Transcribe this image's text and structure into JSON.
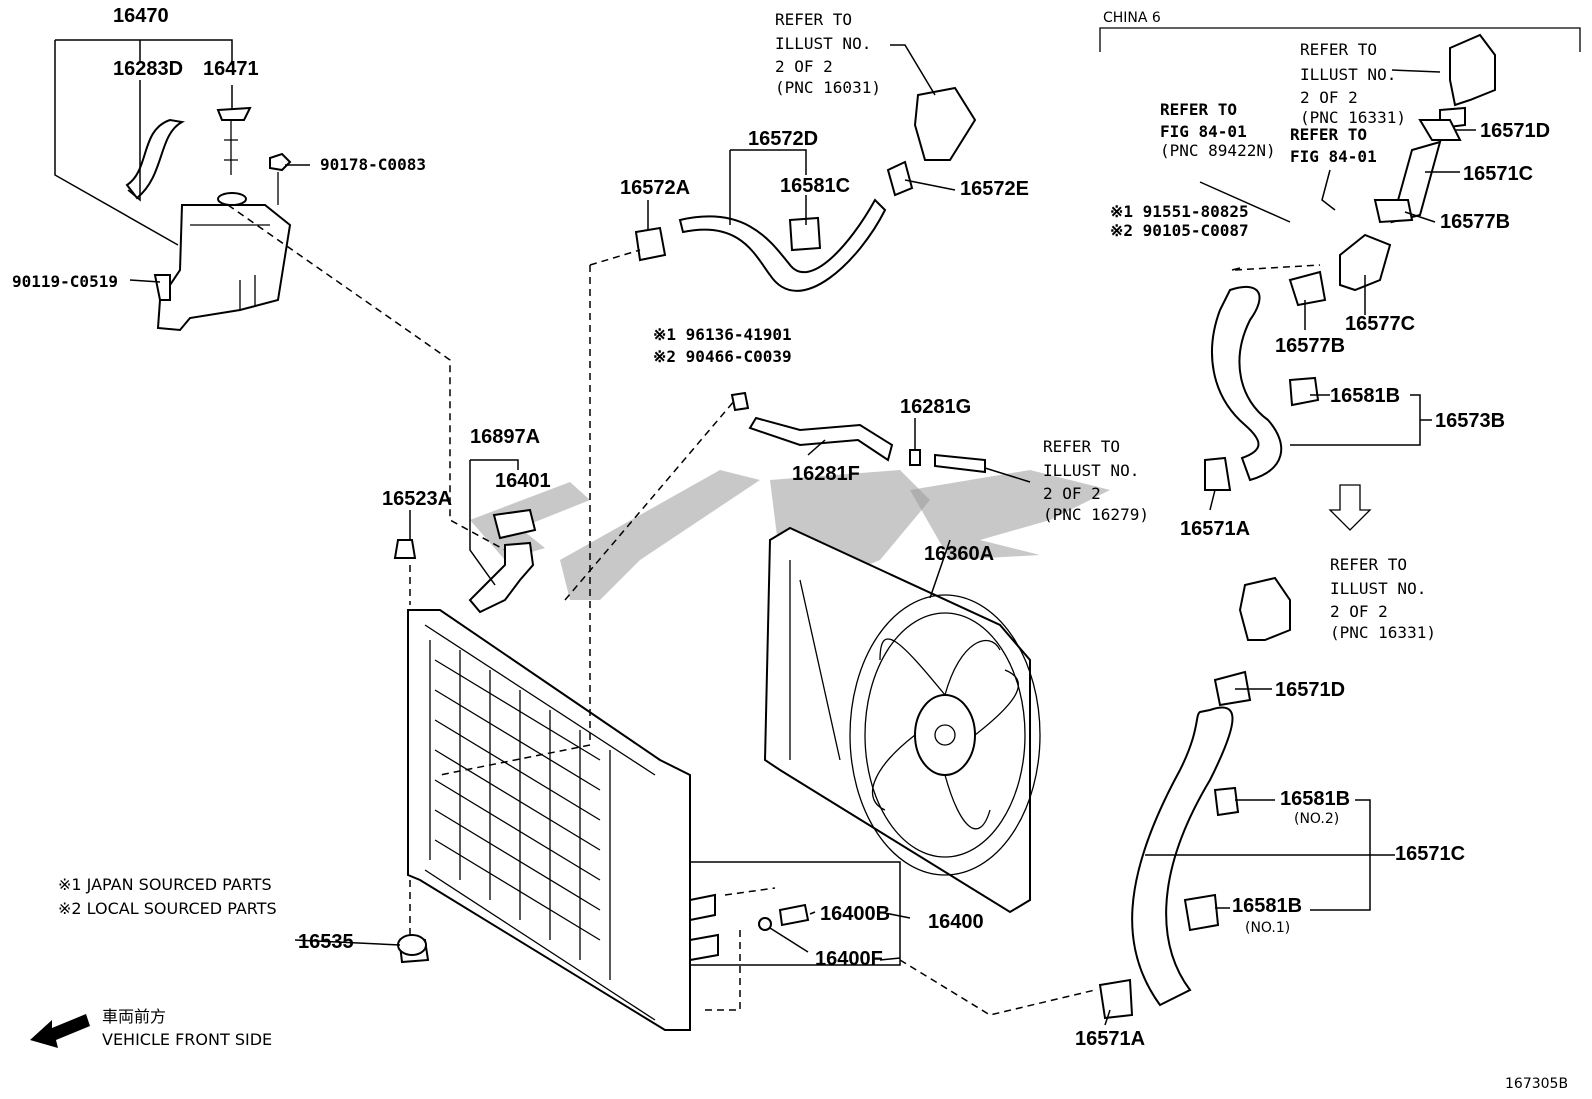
{
  "part_labels": {
    "p16470": "16470",
    "p16283D": "16283D",
    "p16471": "16471",
    "p90178": "90178-C0083",
    "p90119": "90119-C0519",
    "p16572A": "16572A",
    "p16572D": "16572D",
    "p16581C": "16581C",
    "p16572E": "16572E",
    "p16897A": "16897A",
    "p16401": "16401",
    "p16523A": "16523A",
    "p16281G": "16281G",
    "p16281F": "16281F",
    "p16360A": "16360A",
    "p16535": "16535",
    "p16400B": "16400B",
    "p16400": "16400",
    "p16400F": "16400F",
    "p16571D_a": "16571D",
    "p16571C_a": "16571C",
    "p16577B_a": "16577B",
    "p16577B_b": "16577B",
    "p16577C": "16577C",
    "p16581B_a": "16581B",
    "p16573B": "16573B",
    "p16571A_a": "16571A",
    "p16571D_b": "16571D",
    "p16581B_b": "16581B",
    "p16571C_b": "16571C",
    "p16581B_c": "16581B",
    "p16571A_b": "16571A"
  },
  "sub_labels": {
    "no2": "(NO.2)",
    "no1": "(NO.1)"
  },
  "code_labels": {
    "c96136": "※1 96136-41901",
    "c90466": "※2 90466-C0039",
    "c91551": "※1 91551-80825",
    "c90105": "※2 90105-C0087"
  },
  "refer_notes": {
    "r16031": [
      "REFER TO",
      "ILLUST NO.",
      "2 OF 2",
      "(PNC 16031)"
    ],
    "r16331_top": [
      "REFER TO",
      "ILLUST NO.",
      "2 OF 2",
      "(PNC 16331)"
    ],
    "r89422N": [
      "REFER TO",
      "FIG 84-01",
      "(PNC 89422N)"
    ],
    "rfig8401": [
      "REFER TO",
      "FIG 84-01"
    ],
    "r16279": [
      "REFER TO",
      "ILLUST NO.",
      "2 OF 2",
      "(PNC 16279)"
    ],
    "r16331_bottom": [
      "REFER TO",
      "ILLUST NO.",
      "2 OF 2",
      "(PNC 16331)"
    ]
  },
  "notes": {
    "china": "CHINA 6",
    "japan": "※1 JAPAN SOURCED PARTS",
    "local": "※2 LOCAL SOURCED PARTS",
    "front_jp": "車両前方",
    "front_en": "VEHICLE FRONT SIDE",
    "figure_id": "167305B"
  },
  "colors": {
    "line": "#000000",
    "background": "#ffffff",
    "watermark": "#9b9b9b"
  }
}
